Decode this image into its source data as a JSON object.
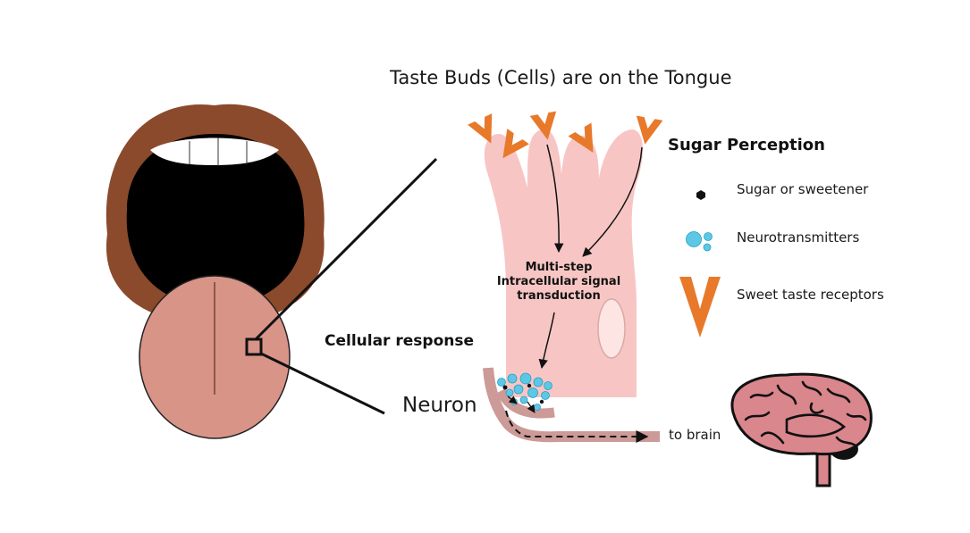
{
  "title": "Taste Buds (Cells) are on the Tongue",
  "legend": {
    "heading": "Sugar Perception",
    "items": [
      {
        "label": "Sugar or sweetener",
        "icon": "hexagon-molecule-icon"
      },
      {
        "label": "Neurotransmitters",
        "icon": "bubbles-icon"
      },
      {
        "label": "Sweet taste receptors",
        "icon": "chevron-receptor-icon"
      }
    ]
  },
  "labels": {
    "transduction": "Multi-step Intracellular signal transduction",
    "cellular_response": "Cellular response",
    "neuron": "Neuron",
    "to_brain": "to brain"
  },
  "colors": {
    "lips": "#8b4a2b",
    "tongue": "#d89487",
    "cell": "#f7c6c4",
    "receptor": "#e8792b",
    "neurotransmitter": "#5cc8e6",
    "brain": "#d9868c",
    "neuron": "#cc9a97"
  }
}
